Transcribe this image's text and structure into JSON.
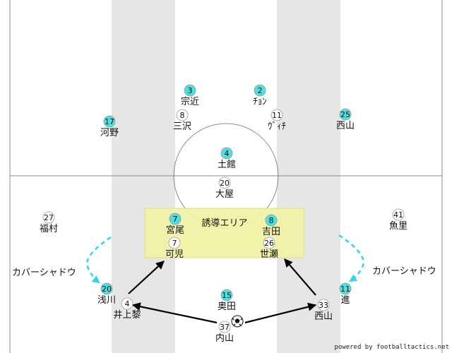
{
  "colors": {
    "stripe": "#e6e6e6",
    "zone_fill": "#f3f3a6",
    "zone_stroke": "#dede78",
    "team_cyan": "#4ee0e0",
    "team_white": "#ffffff",
    "arrow": "#000000",
    "shadow_arrow": "#33d6e6",
    "line": "#8c8c8c"
  },
  "zone": {
    "label": "誘導エリア"
  },
  "cover_shadow": {
    "left_label": "カバーシャドウ",
    "right_label": "カバーシャドウ"
  },
  "credit": "powered by footballtactics.net",
  "ball": {
    "icon": "soccer-ball-icon"
  },
  "players": [
    {
      "id": "p-cyan-3",
      "team": "cyan",
      "number": "3",
      "name": "宗近"
    },
    {
      "id": "p-cyan-2",
      "team": "cyan",
      "number": "2",
      "name": "ﾁｮﾝ"
    },
    {
      "id": "p-white-8",
      "team": "white",
      "number": "8",
      "name": "三沢"
    },
    {
      "id": "p-white-11",
      "team": "white",
      "number": "11",
      "name": "ｳﾞｨﾁ"
    },
    {
      "id": "p-cyan-17",
      "team": "cyan",
      "number": "17",
      "name": "河野"
    },
    {
      "id": "p-cyan-25",
      "team": "cyan",
      "number": "25",
      "name": "西山"
    },
    {
      "id": "p-cyan-4",
      "team": "cyan",
      "number": "4",
      "name": "土館"
    },
    {
      "id": "p-white-20",
      "team": "white",
      "number": "20",
      "name": "大屋"
    },
    {
      "id": "p-white-27",
      "team": "white",
      "number": "27",
      "name": "福村"
    },
    {
      "id": "p-white-41",
      "team": "white",
      "number": "41",
      "name": "魚里"
    },
    {
      "id": "p-cyan-7",
      "team": "cyan",
      "number": "7",
      "name": "宮尾"
    },
    {
      "id": "p-white-7",
      "team": "white",
      "number": "7",
      "name": "可児"
    },
    {
      "id": "p-cyan-8",
      "team": "cyan",
      "number": "8",
      "name": "吉田"
    },
    {
      "id": "p-white-26",
      "team": "white",
      "number": "26",
      "name": "世瀬"
    },
    {
      "id": "p-cyan-20",
      "team": "cyan",
      "number": "20",
      "name": "浅川"
    },
    {
      "id": "p-white-4",
      "team": "white",
      "number": "4",
      "name": "井上黎"
    },
    {
      "id": "p-cyan-15",
      "team": "cyan",
      "number": "15",
      "name": "奥田"
    },
    {
      "id": "p-white-37",
      "team": "white",
      "number": "37",
      "name": "内山"
    },
    {
      "id": "p-white-33",
      "team": "white",
      "number": "33",
      "name": "西山"
    },
    {
      "id": "p-cyan-11",
      "team": "cyan",
      "number": "11",
      "name": "進"
    }
  ]
}
